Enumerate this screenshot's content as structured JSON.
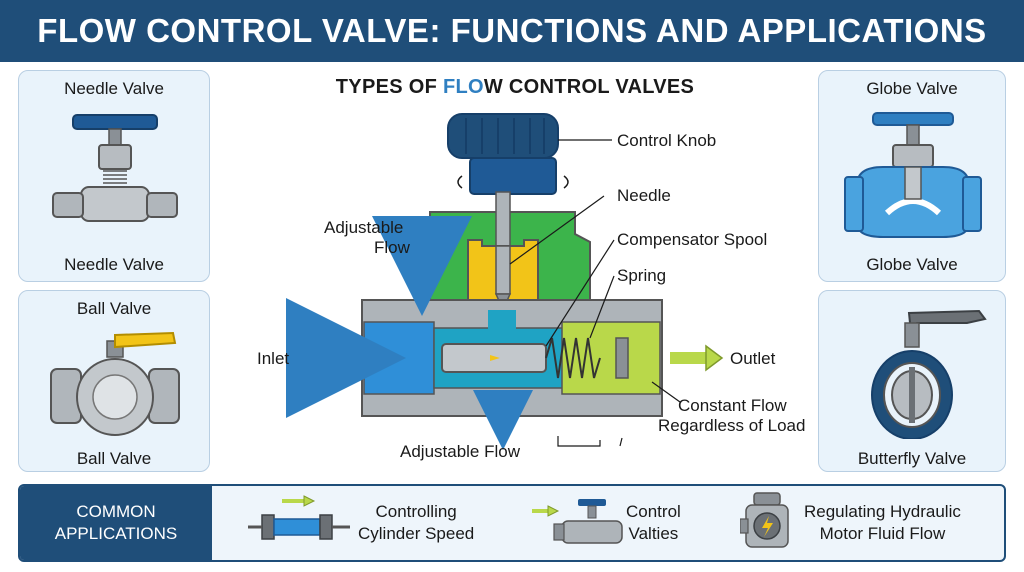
{
  "header": {
    "title": "FLOW CONTROL VALVE: FUNCTIONS AND APPLICATIONS"
  },
  "main": {
    "title_pre": "TYPES OF ",
    "title_hl": "FLO",
    "title_post": "W CONTROL VALVES"
  },
  "left_cards": [
    {
      "title": "Needle Valve",
      "caption": "Needle Valve",
      "icon": "needle-valve-icon"
    },
    {
      "title": "Ball Valve",
      "caption": "Ball Valve",
      "icon": "ball-valve-icon"
    }
  ],
  "right_cards": [
    {
      "title": "Globe Valve",
      "caption": "Globe Valve",
      "icon": "globe-valve-icon"
    },
    {
      "caption": "Butterfly Valve",
      "icon": "butterfly-valve-icon"
    }
  ],
  "diagram": {
    "labels": {
      "control_knob": "Control Knob",
      "needle": "Needle",
      "compensator_spool": "Compensator Spool",
      "spring": "Spring",
      "adjustable_flow_top_1": "Adjustable",
      "adjustable_flow_top_2": "Flow",
      "inlet": "Inlet",
      "outlet": "Outlet",
      "constant_flow_1": "Constant Flow",
      "constant_flow_2": "Regardless of Load",
      "adjustable_flow_bottom": "Adjustable Flow"
    }
  },
  "applications": {
    "heading_1": "COMMON",
    "heading_2": "APPLICATIONS",
    "items": [
      {
        "line1": "Controlling",
        "line2": "Cylinder Speed",
        "icon": "cylinder-icon"
      },
      {
        "line1": "Control",
        "line2": "Valties",
        "icon": "control-valve-icon"
      },
      {
        "line1": "Regulating Hydraulic",
        "line2": "Motor Fluid Flow",
        "icon": "hydraulic-motor-icon"
      }
    ]
  },
  "colors": {
    "header_bg": "#1f4e79",
    "accent_blue": "#2f7fc1",
    "body_green": "#3cb44b",
    "spool_yellow": "#f2c418",
    "outlet_lime": "#b9d84a",
    "steel_gray": "#9ea4aa"
  }
}
